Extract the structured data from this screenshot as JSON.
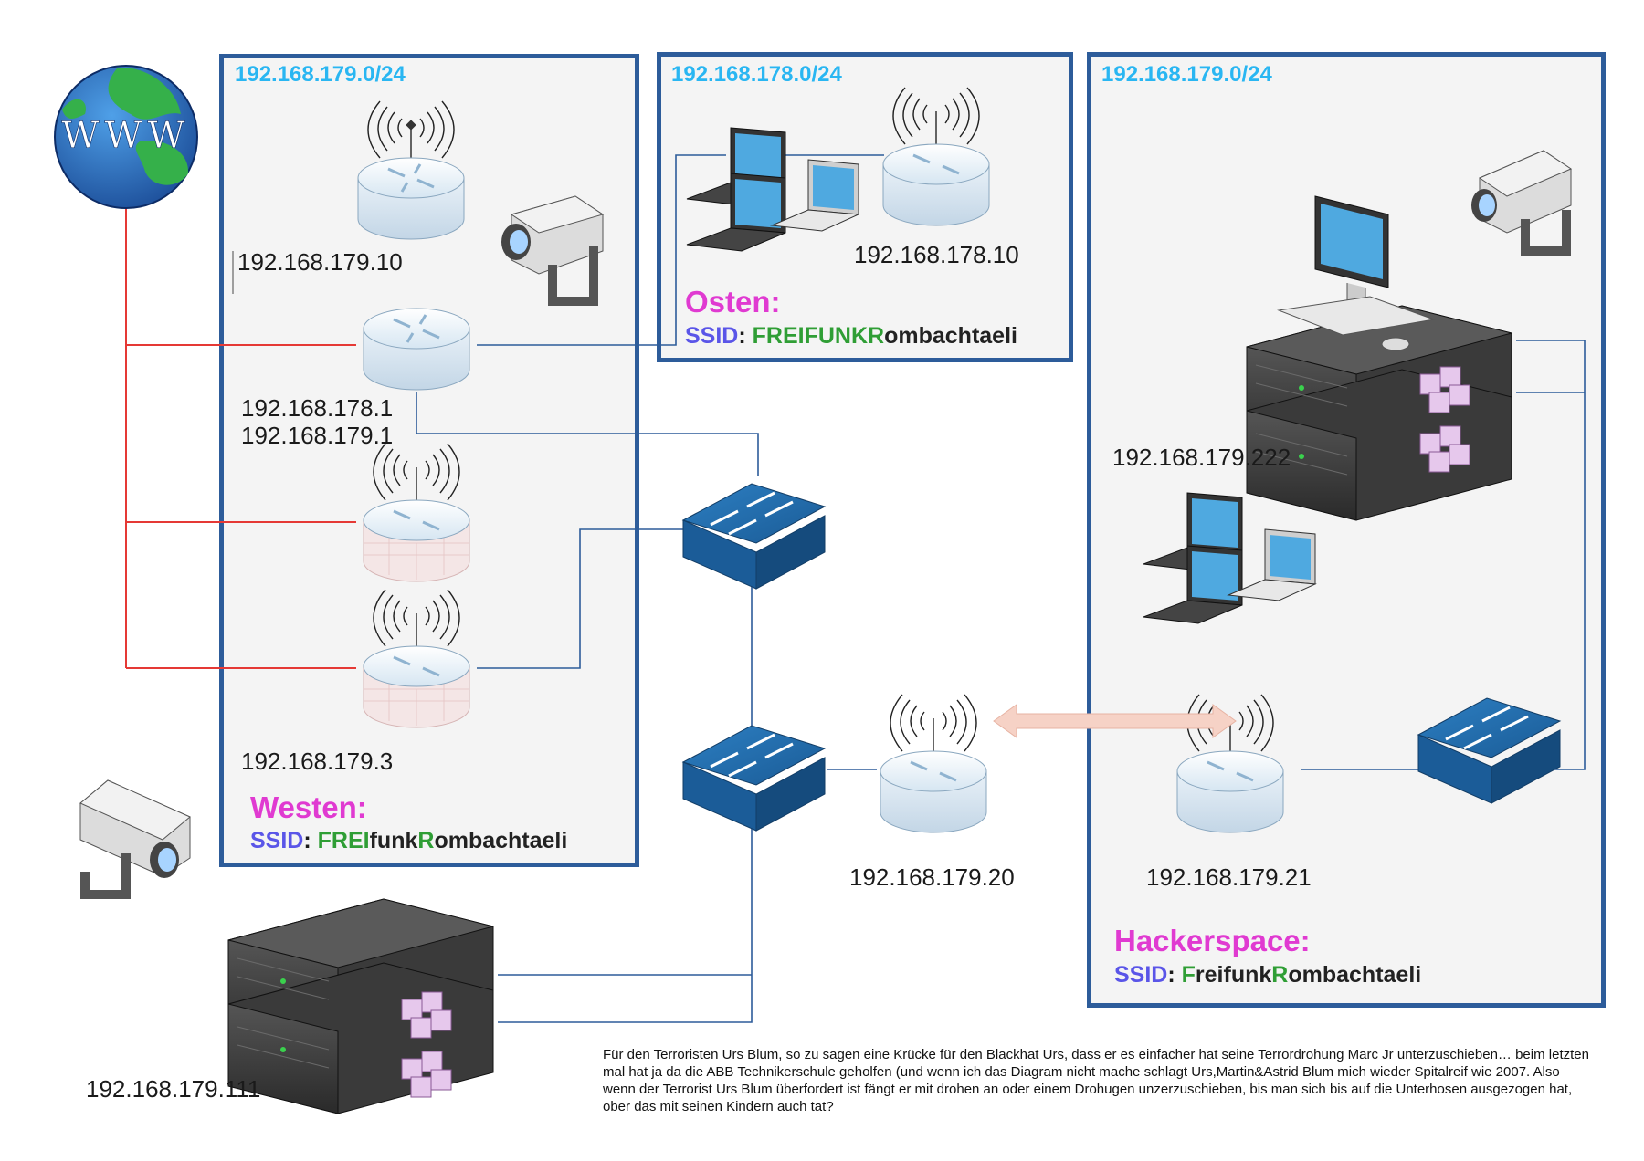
{
  "zones": {
    "west": {
      "subnet": "192.168.179.0/24",
      "region": "Westen:",
      "ssid": {
        "key": "SSID",
        "colon": ": ",
        "parts": [
          "FREI",
          "funk",
          "R",
          "ombachtaeli"
        ]
      }
    },
    "east": {
      "subnet": "192.168.178.0/24",
      "region": "Osten:",
      "ssid": {
        "key": "SSID",
        "colon": ": ",
        "parts": [
          "FREIFUNK",
          "R",
          "ombachtaeli"
        ]
      }
    },
    "hacker": {
      "subnet": "192.168.179.0/24",
      "region": "Hackerspace:",
      "ssid": {
        "key": "SSID",
        "colon": ": ",
        "parts": [
          "F",
          "reifunk",
          "R",
          "ombachtaeli"
        ]
      }
    }
  },
  "globe": {
    "label": "WWW"
  },
  "devices": {
    "west_ap_top": "192.168.179.10",
    "west_router": [
      "192.168.178.1",
      "192.168.179.1"
    ],
    "west_ap_bottom": "192.168.179.3",
    "east_ap": "192.168.178.10",
    "hacker_server": "192.168.179.222",
    "bridge_ap_left": "192.168.179.20",
    "bridge_ap_right": "192.168.179.21",
    "main_server": "192.168.179.111"
  },
  "note": "Für den Terroristen Urs Blum, so zu sagen eine Krücke für den Blackhat Urs, dass er es einfacher hat seine Terrordrohung Marc Jr unterzuschieben… beim letzten mal hat ja da die ABB Technikerschule geholfen (und wenn ich das Diagram nicht mache schlagt Urs,Martin&Astrid Blum mich wieder Spitalreif wie 2007. Also wenn der Terrorist Urs Blum überfordert ist fängt er mit drohen an oder einem Drohugen unzerzuschieben, bis man sich bis auf die Unterhosen ausgezogen hat, ober das mit seinen Kindern auch tat?",
  "colors": {
    "zone_border": "#2d5c9a",
    "subnet": "#29b6f2",
    "region": "#e03ad1",
    "ssid_key": "#5a55e8",
    "ssid_green": "#2f9e35",
    "wan_line": "#e53935",
    "lan_line": "#2d5c9a"
  },
  "icons": [
    "globe-icon",
    "wireless-router-icon",
    "router-icon",
    "firewall-router-icon",
    "switch-icon",
    "laptop-icon",
    "server-icon",
    "security-camera-icon",
    "workstation-icon",
    "wireless-link-arrow-icon"
  ]
}
